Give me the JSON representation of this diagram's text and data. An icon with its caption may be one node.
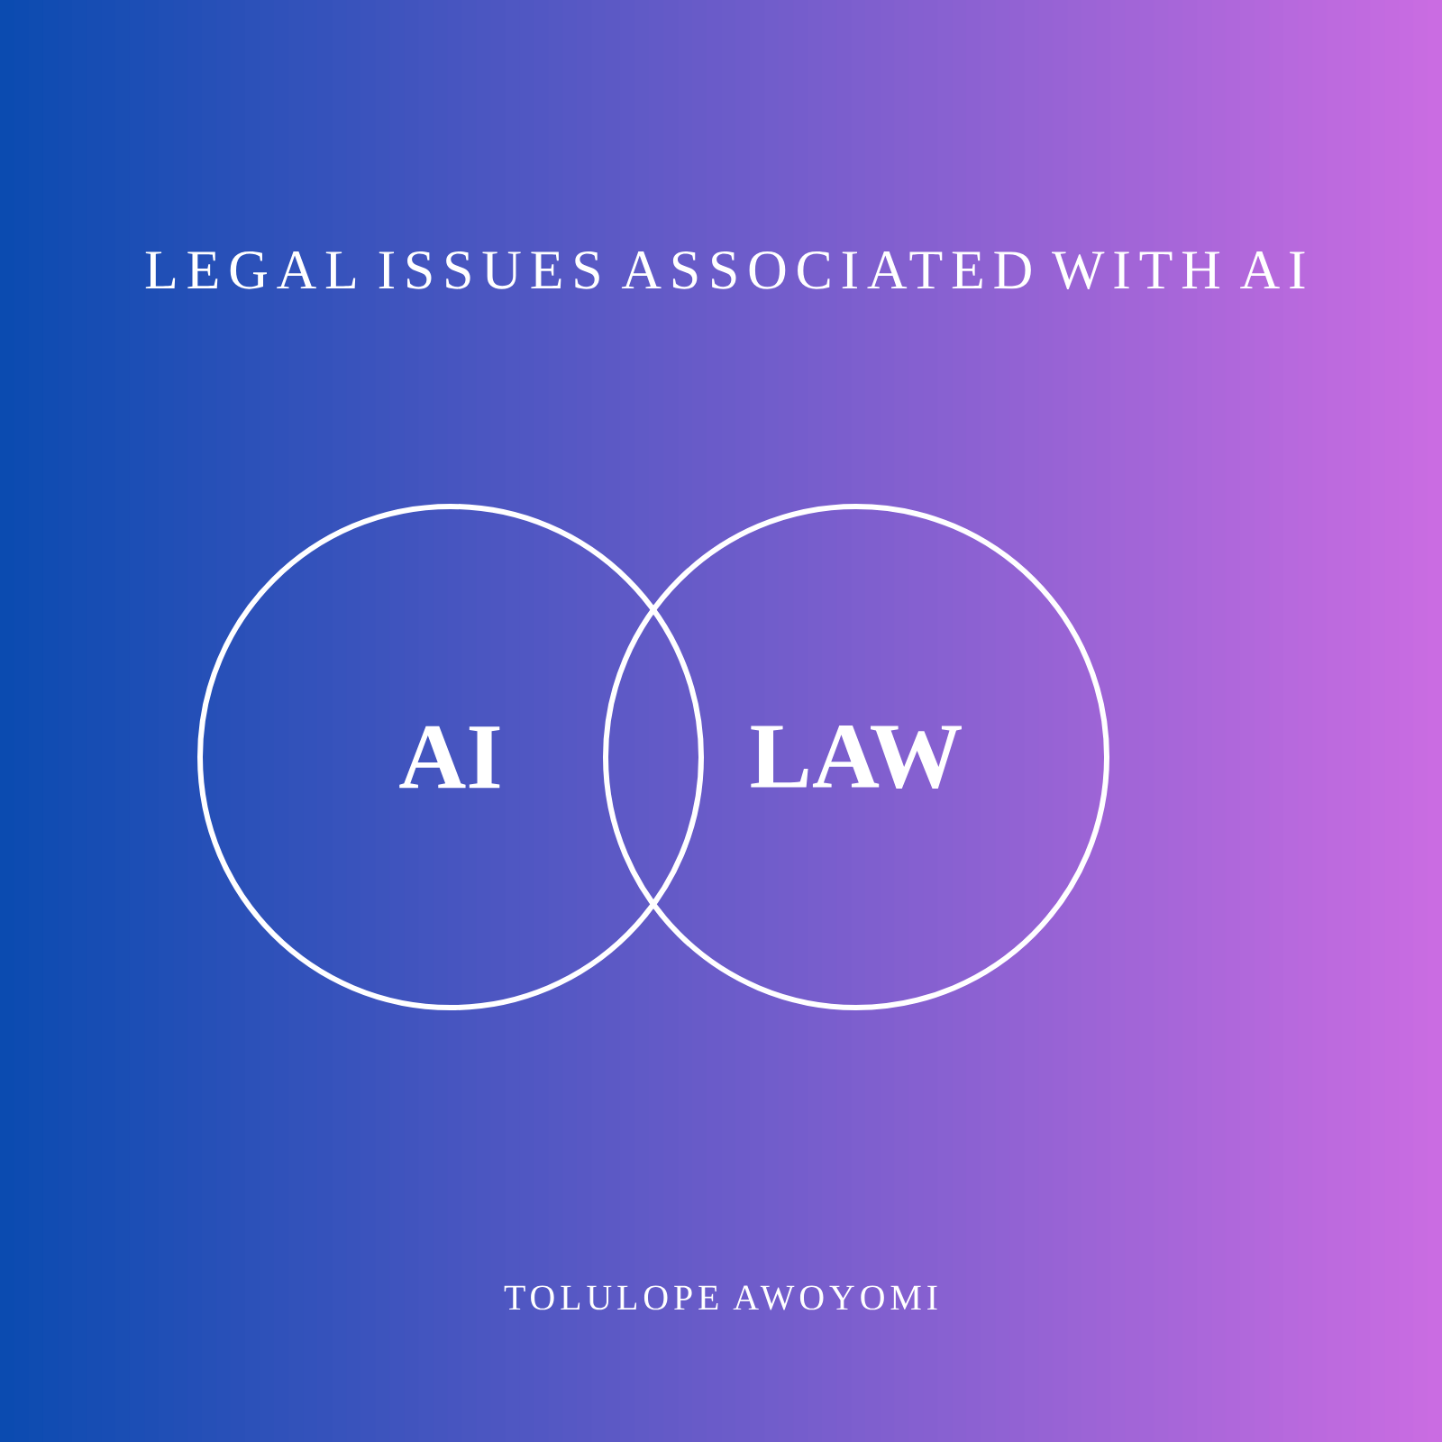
{
  "diagram": {
    "title": "LEGAL ISSUES ASSOCIATED WITH AI",
    "nodes": [
      {
        "text": [
          "AI"
        ]
      },
      {
        "text": [
          "LAW"
        ]
      }
    ],
    "labels": [
      "TOLULOPE AWOYOMI"
    ]
  }
}
